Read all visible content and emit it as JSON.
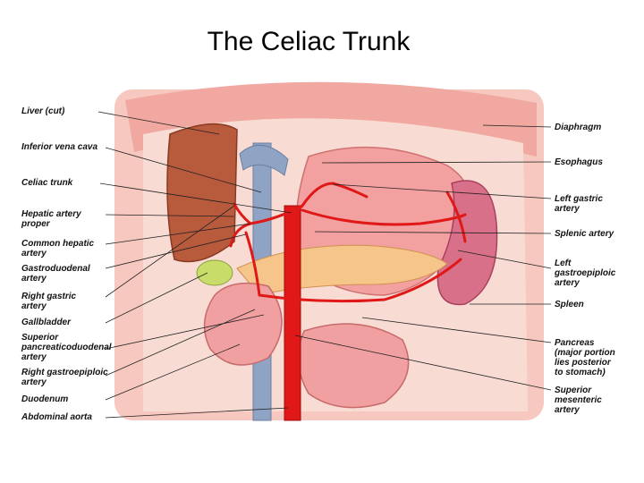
{
  "title": "The Celiac Trunk",
  "labels_left": [
    "Liver (cut)",
    "Inferior vena cava",
    "Celiac trunk",
    "Hepatic artery\nproper",
    "Common hepatic\nartery",
    "Gastroduodenal\nartery",
    "Right gastric\nartery",
    "Gallbladder",
    "Superior\npancreaticoduodenal\nartery",
    "Right gastroepiploic\nartery",
    "Duodenum",
    "Abdominal aorta"
  ],
  "labels_right": [
    "Diaphragm",
    "Esophagus",
    "Left gastric\nartery",
    "Splenic artery",
    "Left\ngastroepiploic\nartery",
    "Spleen",
    "Pancreas\n(major portion\nlies posterior\nto stomach)",
    "Superior\nmesenteric\nartery"
  ],
  "colors": {
    "artery": "#e01818",
    "vein": "#8fa4c4",
    "liver": "#b85a3c",
    "stomach": "#f2a0a0",
    "pancreas": "#f6c58a",
    "spleen": "#d8708a",
    "gallbladder": "#c8dc6a",
    "body_wall": "#f7c8c0"
  }
}
